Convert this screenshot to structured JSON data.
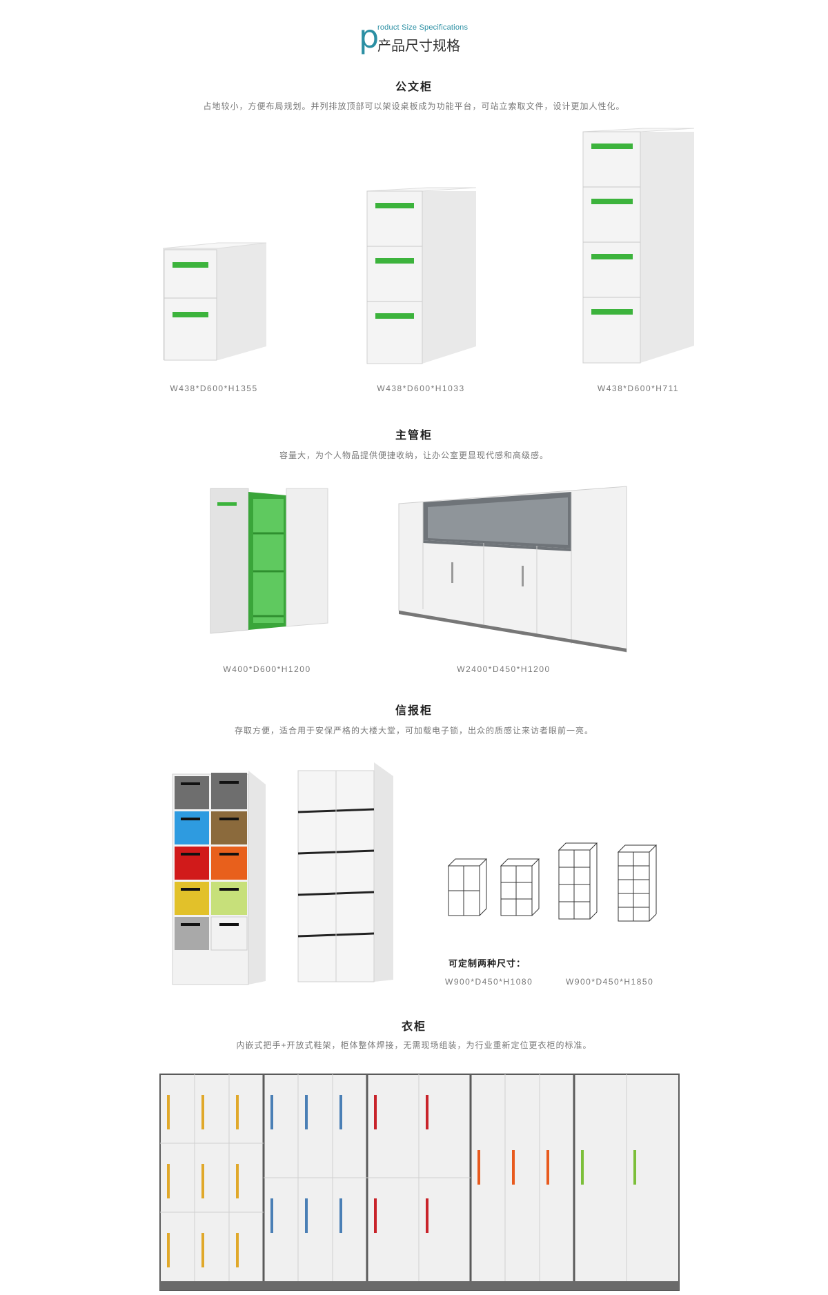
{
  "header": {
    "letter": "p",
    "english": "roduct Size Specifications",
    "chinese": "产品尺寸规格"
  },
  "sections": [
    {
      "title": "公文柜",
      "desc": "占地较小，方便布局规划。并列排放顶部可以架设桌板成为功能平台，可站立索取文件，设计更加人性化。",
      "dims": [
        "W438*D600*H1355",
        "W438*D600*H1033",
        "W438*D600*H711"
      ]
    },
    {
      "title": "主管柜",
      "desc": "容量大，为个人物品提供便捷收纳，让办公室更显现代感和高级感。",
      "dims": [
        "W400*D600*H1200",
        "W2400*D450*H1200"
      ]
    },
    {
      "title": "信报柜",
      "desc": "存取方便，适合用于安保严格的大楼大堂，可加载电子锁，出众的质感让来访者眼前一亮。",
      "note": "可定制两种尺寸：",
      "dims": [
        "W900*D450*H1080",
        "W900*D450*H1850"
      ]
    },
    {
      "title": "衣柜",
      "desc": "内嵌式把手+开放式鞋架，柜体整体焊接，无需现场组装，为行业重新定位更衣柜的标准。"
    }
  ],
  "colors": {
    "brand": "#2b8fa3",
    "handle_green": "#3cb33c",
    "mail_slots": [
      "#6e6e6e",
      "#6e6e6e",
      "#2e9be0",
      "#8b6a3c",
      "#d11a1a",
      "#e8601c",
      "#e2c12a",
      "#c7e07a",
      "#a9a9a9",
      "#f2f2f2"
    ],
    "wardrobe_handles": [
      "#e0a82a",
      "#4a7fb5",
      "#c8232a",
      "#e85a1e",
      "#7cbf3a"
    ]
  }
}
